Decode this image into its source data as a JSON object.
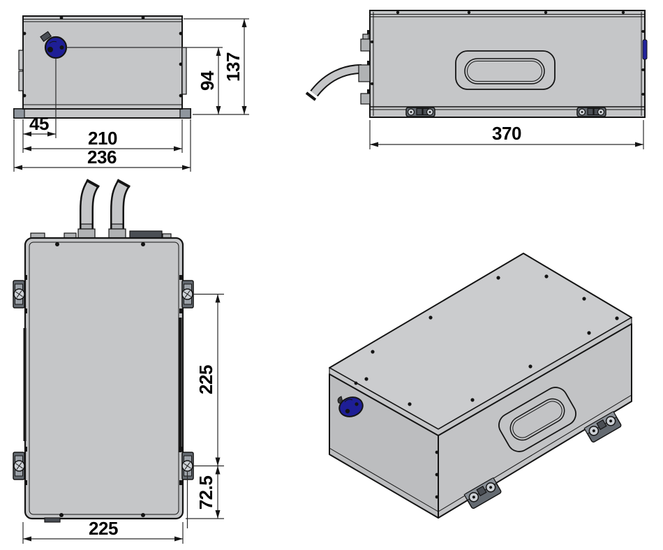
{
  "document": {
    "kind": "technical-drawing",
    "background": "#ffffff"
  },
  "colors": {
    "body_gray": "#c5c6c8",
    "top_face_gray": "#cbccce",
    "front_face_gray": "#bcbdbf",
    "right_face_gray": "#c2c3c5",
    "edge_black": "#141414",
    "aperture_blue": "#1e1e96",
    "connector_blue": "#23249b",
    "foot_gray": "#646a71",
    "screw_gray": "#ccd0d5"
  },
  "views": {
    "front": {
      "label": "front-view",
      "dims": {
        "aperture_offset_x": "45",
        "mount_width": "210",
        "base_width": "236",
        "aperture_height": "94",
        "overall_height": "137"
      }
    },
    "side": {
      "label": "side-view",
      "dims": {
        "overall_length": "370"
      }
    },
    "top": {
      "label": "top-view",
      "dims": {
        "mount_hole_span": "225",
        "mount_to_rear_edge": "72.5",
        "overall_width": "225"
      }
    },
    "isometric": {
      "label": "isometric-view"
    }
  }
}
